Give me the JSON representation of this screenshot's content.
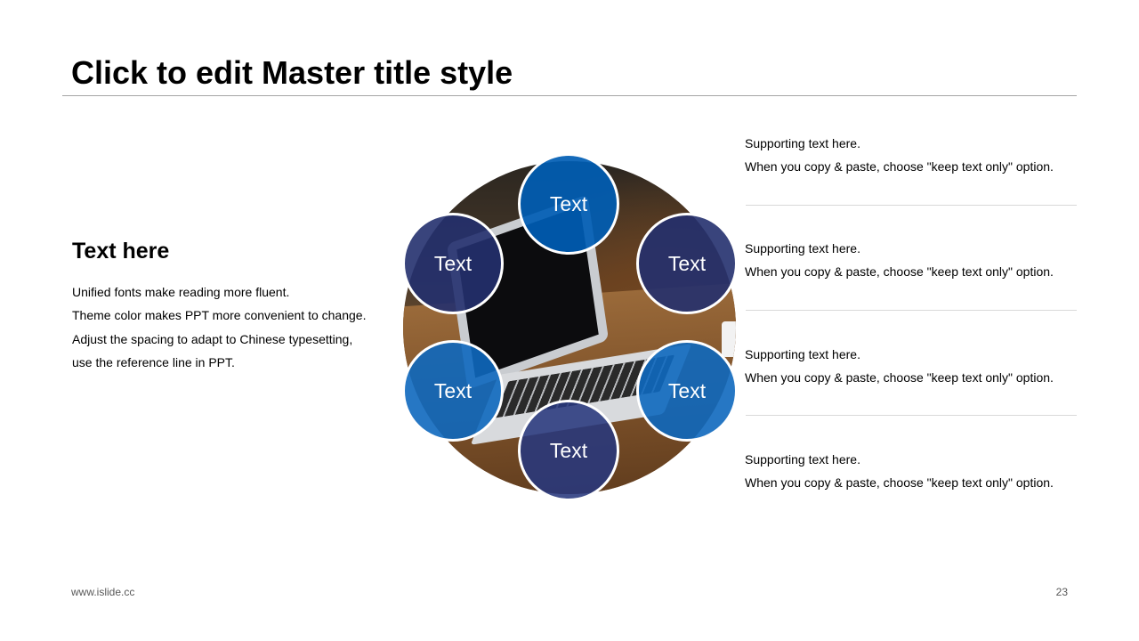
{
  "slide": {
    "title": "Click to edit Master title style"
  },
  "left": {
    "heading": "Text here",
    "lines": [
      "Unified fonts make reading more fluent.",
      "Theme color makes PPT more convenient to change.",
      "Adjust the spacing to adapt to Chinese typesetting,",
      "use the reference line in PPT."
    ]
  },
  "hub": {
    "photo": "laptop-on-wooden-table",
    "nodes": [
      {
        "label": "Text",
        "color": "#005DB4"
      },
      {
        "label": "Text",
        "color": "#23306E"
      },
      {
        "label": "Text",
        "color": "#23306E"
      },
      {
        "label": "Text",
        "color": "#0E68BE"
      },
      {
        "label": "Text",
        "color": "#0E68BE"
      },
      {
        "label": "Text",
        "color": "#28387D"
      }
    ]
  },
  "right": {
    "items": [
      {
        "line1": "Supporting text here.",
        "line2": "When you copy & paste, choose \"keep text only\" option."
      },
      {
        "line1": "Supporting text here.",
        "line2": "When you copy & paste, choose \"keep text only\" option."
      },
      {
        "line1": "Supporting text here.",
        "line2": "When you copy & paste, choose \"keep text only\" option."
      },
      {
        "line1": "Supporting text here.",
        "line2": "When you copy & paste, choose \"keep text only\" option."
      }
    ]
  },
  "footer": {
    "url": "www.islide.cc",
    "page_number": "23"
  },
  "colors": {
    "accent_blue": "#005DB4",
    "accent_navy": "#23306E",
    "rule": "#A6A6A6"
  }
}
